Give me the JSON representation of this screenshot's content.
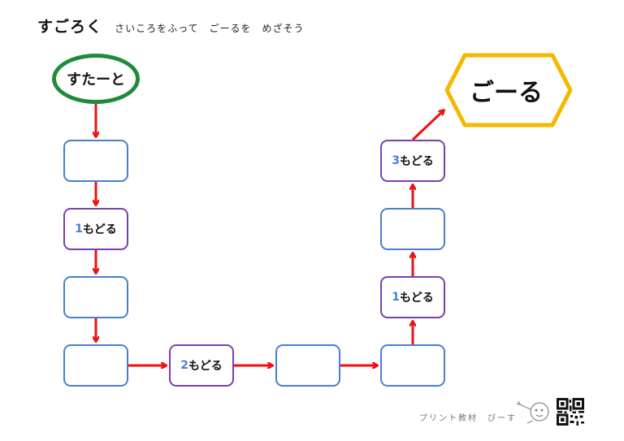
{
  "header": {
    "title": "すごろく",
    "subtitle": "さいころをふって　ごーるを　めざそう"
  },
  "board": {
    "start_label": "すたーと",
    "goal_label": "ごーる",
    "back_suffix": "もどる",
    "squares": [
      {
        "id": "sq1",
        "back": null
      },
      {
        "id": "sq2",
        "back": "1"
      },
      {
        "id": "sq3",
        "back": null
      },
      {
        "id": "sq4",
        "back": null
      },
      {
        "id": "sq5",
        "back": "2"
      },
      {
        "id": "sq6",
        "back": null
      },
      {
        "id": "sq7",
        "back": null
      },
      {
        "id": "sq8",
        "back": "1"
      },
      {
        "id": "sq9",
        "back": null
      },
      {
        "id": "sq10",
        "back": "3"
      }
    ]
  },
  "footer": {
    "brand": "プリント教材　ぴーす"
  },
  "colors": {
    "arrow": "#ee1111",
    "start_border": "#1f8a38",
    "goal_border": "#f5b800",
    "plain_border": "#4a7fd0",
    "back_border": "#7a3fae",
    "number": "#4a7fd0"
  }
}
